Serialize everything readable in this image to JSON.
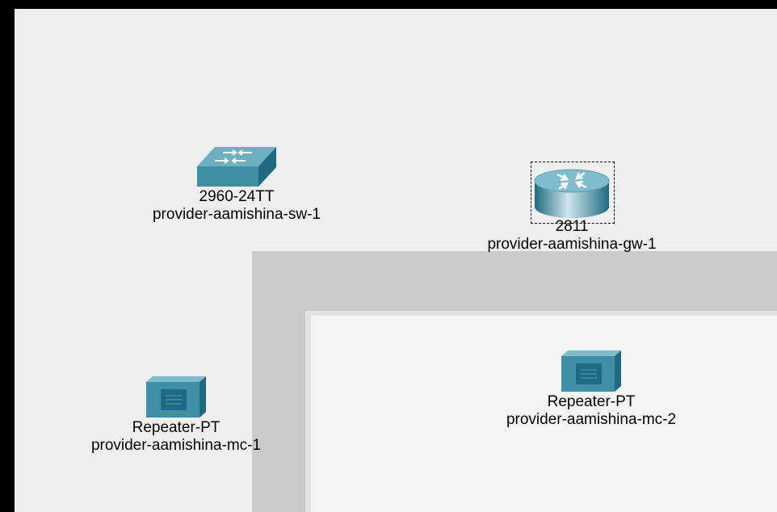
{
  "devices": {
    "switch": {
      "model": "2960-24TT",
      "name": "provider-aamishina-sw-1",
      "icon": "switch-icon"
    },
    "router": {
      "model": "2811",
      "name": "provider-aamishina-gw-1",
      "icon": "router-icon",
      "selected": true
    },
    "repeater1": {
      "model": "Repeater-PT",
      "name": "provider-aamishina-mc-1",
      "icon": "repeater-icon"
    },
    "repeater2": {
      "model": "Repeater-PT",
      "name": "provider-aamishina-mc-2",
      "icon": "repeater-icon"
    }
  },
  "colors": {
    "device_teal": "#3f8fa6",
    "device_dark": "#1f6a80",
    "canvas": "#efefef",
    "cluster_frame": "#cacaca"
  }
}
